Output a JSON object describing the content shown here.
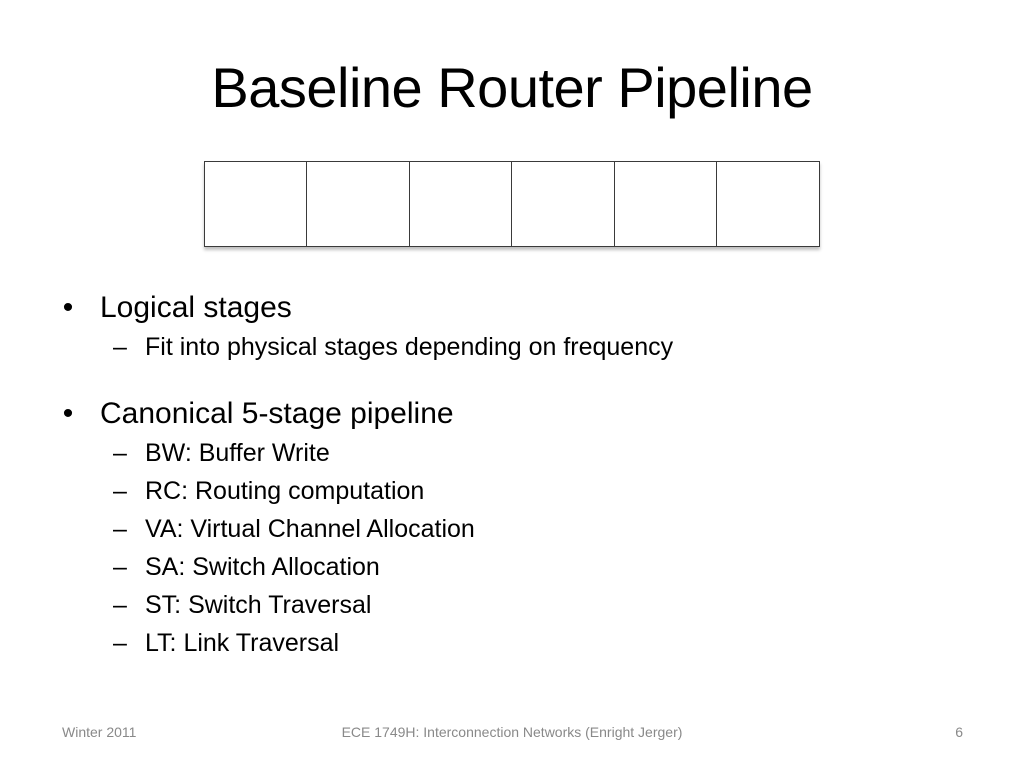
{
  "slide": {
    "title": "Baseline Router Pipeline",
    "pipeline_stage_count": 6,
    "bullets": [
      {
        "text": "Logical stages",
        "subitems": [
          "Fit into physical stages depending on frequency"
        ]
      },
      {
        "text": "Canonical 5-stage pipeline",
        "subitems": [
          "BW: Buffer Write",
          "RC: Routing computation",
          "VA: Virtual Channel Allocation",
          "SA: Switch Allocation",
          "ST: Switch Traversal",
          "LT: Link Traversal"
        ]
      }
    ],
    "bullet_glyph": "•",
    "sub_glyph": "–"
  },
  "footer": {
    "left": "Winter 2011",
    "center": "ECE 1749H: Interconnection Networks (Enright Jerger)",
    "right": "6"
  },
  "colors": {
    "text": "#000000",
    "footer_text": "#898989",
    "box_border": "#3a3a3a",
    "background": "#ffffff"
  }
}
